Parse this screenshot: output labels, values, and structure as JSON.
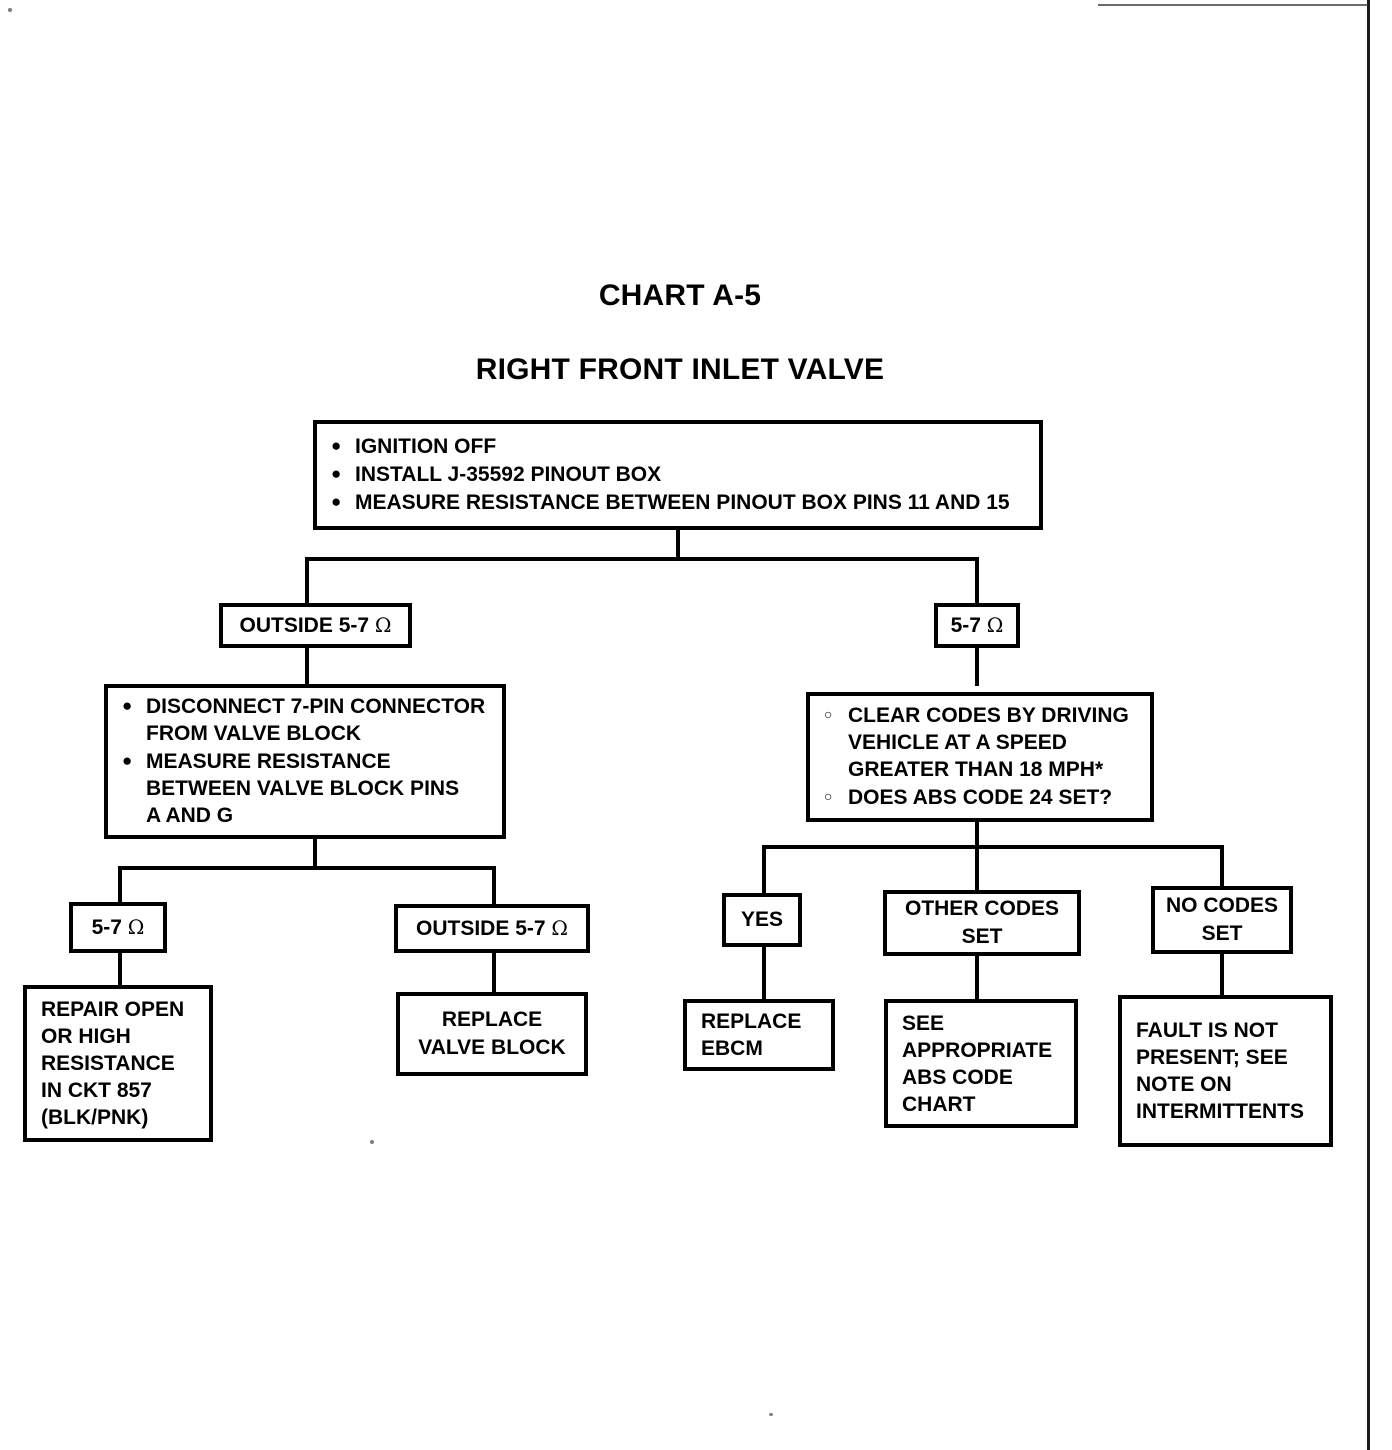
{
  "document": {
    "title_line_1": "CHART A-5",
    "title_line_2": "RIGHT FRONT INLET VALVE"
  },
  "colors": {
    "ink": "#000000",
    "paper": "#ffffff",
    "scan_edge": "#1a1a1a"
  },
  "flowchart": {
    "type": "diagnostic-decision-tree",
    "nodes": {
      "start": {
        "kind": "instruction",
        "bullet_style": "filled",
        "items": [
          "IGNITION OFF",
          "INSTALL J-35592 PINOUT BOX",
          "MEASURE RESISTANCE BETWEEN PINOUT BOX PINS 11 AND 15"
        ]
      },
      "branch_outside_1": {
        "kind": "condition",
        "text": "OUTSIDE 5-7 ",
        "unit": "Ω"
      },
      "branch_inrange_1": {
        "kind": "condition",
        "text": "5-7 ",
        "unit": "Ω"
      },
      "left_instruction": {
        "kind": "instruction",
        "bullet_style": "filled",
        "items": [
          "DISCONNECT 7-PIN CONNECTOR\nFROM VALVE BLOCK",
          "MEASURE RESISTANCE\nBETWEEN VALVE BLOCK PINS\nA AND G"
        ]
      },
      "right_instruction": {
        "kind": "instruction",
        "bullet_style": "hollow",
        "items": [
          "CLEAR CODES BY DRIVING\nVEHICLE AT A SPEED\nGREATER THAN 18 MPH*",
          "DOES ABS CODE 24 SET?"
        ]
      },
      "left_inrange_2": {
        "kind": "condition",
        "text": "5-7 ",
        "unit": "Ω"
      },
      "left_outside_2": {
        "kind": "condition",
        "text": "OUTSIDE 5-7 ",
        "unit": "Ω"
      },
      "repair_open": {
        "kind": "action",
        "text": "REPAIR OPEN\nOR HIGH\nRESISTANCE\nIN CKT 857\n(BLK/PNK)"
      },
      "replace_valve_block": {
        "kind": "action",
        "text": "REPLACE\nVALVE BLOCK"
      },
      "answer_yes": {
        "kind": "condition",
        "text": "YES"
      },
      "other_codes_set": {
        "kind": "condition",
        "text": "OTHER CODES\nSET"
      },
      "no_codes_set": {
        "kind": "condition",
        "text": "NO CODES\nSET"
      },
      "replace_ebcm": {
        "kind": "action",
        "text": "REPLACE\nEBCM"
      },
      "see_abs_chart": {
        "kind": "action",
        "text": "SEE\nAPPROPRIATE\nABS CODE\nCHART"
      },
      "fault_not_present": {
        "kind": "action",
        "text": "FAULT IS NOT\nPRESENT; SEE\nNOTE ON\nINTERMITTENTS"
      }
    }
  }
}
